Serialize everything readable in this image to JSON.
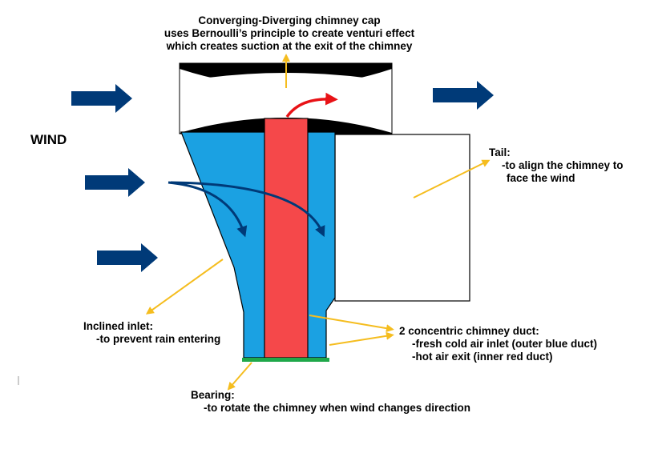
{
  "labels": {
    "cap": {
      "line1": "Converging-Diverging chimney cap",
      "line2": "uses Bernoulli’s principle to create venturi effect",
      "line3": "which creates suction at the exit of the chimney"
    },
    "wind": "WIND",
    "tail": {
      "title": "Tail:",
      "line1": "-to align the chimney to",
      "line2": "face the wind"
    },
    "inlet": {
      "title": "Inclined inlet:",
      "line1": "-to prevent rain entering"
    },
    "duct": {
      "title": "2 concentric chimney duct:",
      "line1": "-fresh cold air inlet (outer blue duct)",
      "line2": "-hot air exit (inner red duct)"
    },
    "bearing": {
      "title": "Bearing:",
      "line1": "-to rotate the chimney when wind changes direction"
    }
  },
  "colors": {
    "outer_duct": "#1ba1e2",
    "inner_duct": "#f5484a",
    "wind_arrow": "#003a78",
    "flow_arrow": "#003a78",
    "hot_arrow": "#e81216",
    "pointer": "#f5bd1f",
    "bearing": "#1fa84a",
    "cap_shadow": "#000000"
  }
}
